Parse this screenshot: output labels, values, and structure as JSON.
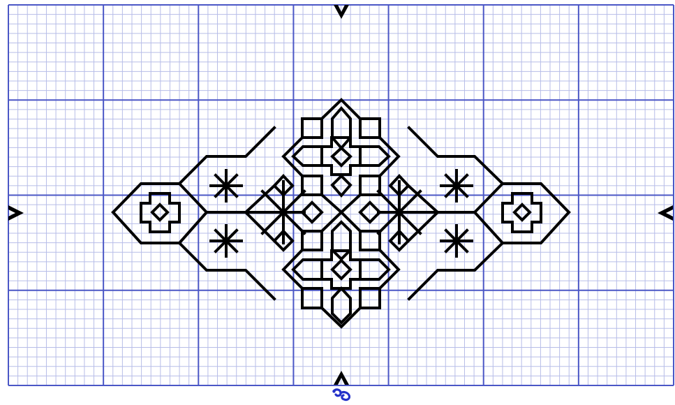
{
  "colors": {
    "background": "#ffffff",
    "minor_grid": "#b7bde8",
    "major_grid": "#4b57c6",
    "stitch": "#000000",
    "ornament": "#2431c9"
  },
  "grid": {
    "minor_cells_x": 70,
    "minor_cells_y": 40,
    "major_every": 10
  },
  "markers": {
    "top": "chevron-down-icon",
    "bottom": "chevron-up-icon",
    "left": "chevron-right-icon",
    "right": "chevron-left-icon"
  },
  "footer": {
    "ornament": "fleuron-icon"
  }
}
